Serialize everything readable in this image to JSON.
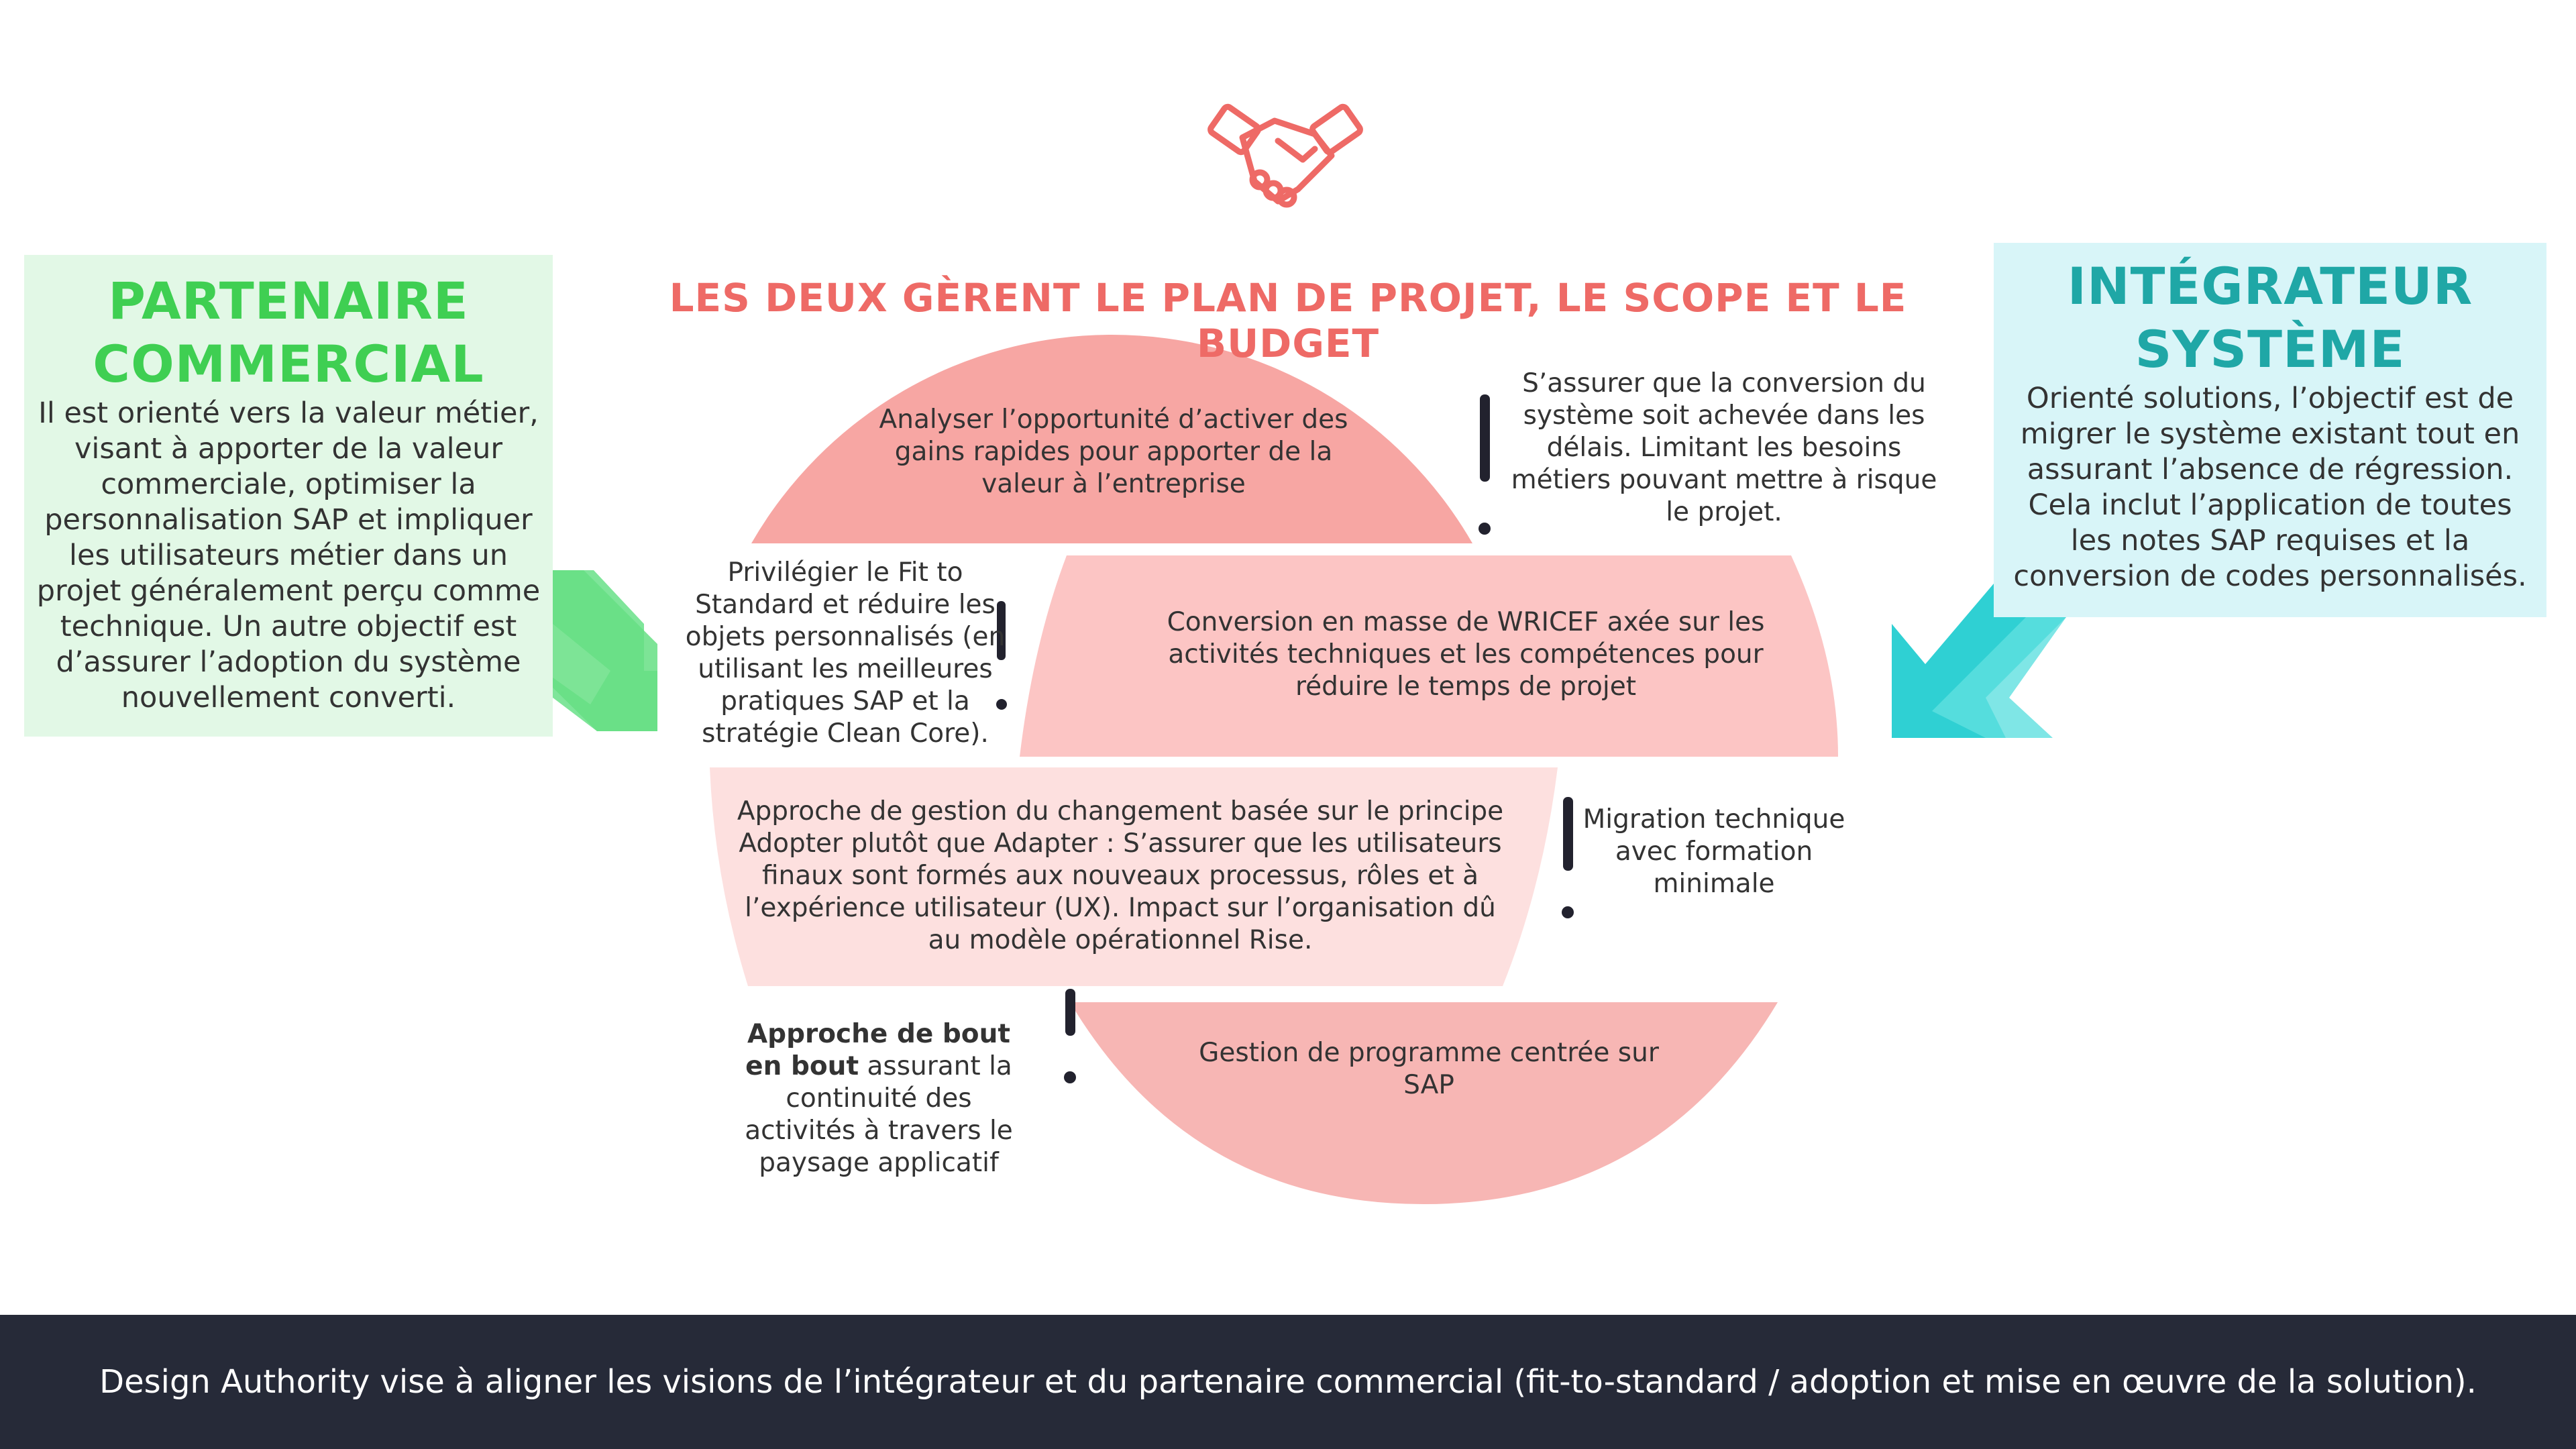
{
  "diagram": {
    "title": "LES DEUX GÈRENT LE PLAN DE PROJET, LE SCOPE ET LE BUDGET",
    "left_box": {
      "title_line1": "PARTENAIRE",
      "title_line2": "COMMERCIAL",
      "body": "Il est orienté vers la valeur métier, visant à apporter de la valeur commerciale, optimiser la personnalisation SAP et impliquer les utilisateurs métier dans un projet généralement perçu comme technique. Un autre objectif est d’assurer l’adoption du système nouvellement converti."
    },
    "right_box": {
      "title_line1": "INTÉGRATEUR",
      "title_line2": "SYSTÈME",
      "body": "Orienté solutions, l’objectif est de migrer le système existant tout en assurant l’absence de régression. Cela inclut l’application de toutes les notes SAP requises et la conversion de codes personnalisés."
    },
    "segments": [
      {
        "text": "Analyser l’opportunité d’activer des gains rapides pour apporter de la valeur à l’entreprise"
      },
      {
        "text": "Conversion en masse de WRICEF axée sur les activités techniques et les compétences pour réduire le temps de projet"
      },
      {
        "text": "Approche de gestion du changement basée sur le principe Adopter plutôt que Adapter : S’assurer que les utilisateurs finaux sont formés aux nouveaux processus, rôles et à l’expérience utilisateur (UX). Impact sur l’organisation dû au modèle opérationnel Rise."
      },
      {
        "text": "Gestion de programme centrée sur SAP"
      }
    ],
    "notes": {
      "note1": "S’assurer que la conversion du système soit achevée dans les délais. Limitant les besoins métiers pouvant mettre à risque le projet.",
      "note2": "Privilégier le Fit to Standard et réduire les objets personnalisés (en utilisant les meilleures pratiques SAP et la stratégie Clean Core).",
      "note3": "Migration technique avec formation minimale",
      "note4_bold": "Approche de bout en bout",
      "note4_rest": " assurant la continuité des activités à travers le paysage applicatif"
    },
    "footer": "Design Authority vise à aligner les visions de l’intégrateur et du partenaire commercial (fit-to-standard / adoption et mise en œuvre de la solution).",
    "icons": {
      "top": "handshake-icon",
      "left_arrow": "arrow-down-right-icon",
      "right_arrow": "arrow-down-left-icon",
      "markers": "exclamation-icon"
    },
    "colors": {
      "left_title": "#3fcf52",
      "left_box_bg": "#e2f8e6",
      "right_title": "#1fa7a6",
      "right_box_bg": "#d8f5f8",
      "main_title": "#ee6a66",
      "segment_1": "#f7a6a3",
      "segment_2": "#fcc5c4",
      "segment_3": "#fde0df",
      "segment_4": "#f7b6b4",
      "footer_bg": "#262a38",
      "left_arrow": "#66df84",
      "right_arrow": "#2fd0d3"
    }
  }
}
